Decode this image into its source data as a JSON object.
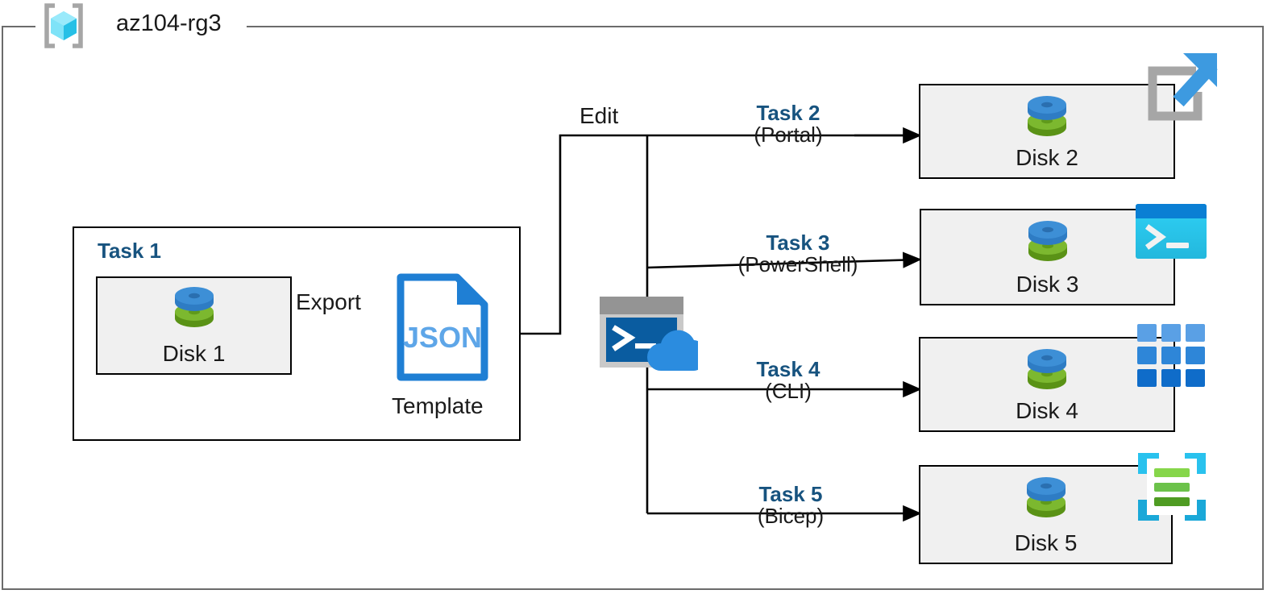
{
  "diagram": {
    "title": "az104-rg3",
    "resource_group_icon": "resource-group-icon",
    "colors": {
      "rg_border": "#6b6b6b",
      "task_label": "#17537f",
      "box_fill": "#f0f0f0",
      "box_border": "#000000",
      "disk_top": "#3c8fd8",
      "disk_bottom": "#74ab2e",
      "json_blue": "#1f7fd4",
      "powershell_cyan": "#27c8f0",
      "powershell_header": "#0a7fd4",
      "cli_blue": "#2e86d8",
      "bicep_cyan": "#29c2ee",
      "bicep_green": "#6cc24a",
      "portal_arrow": "#3d9ae0",
      "portal_frame": "#a6a6a6",
      "cloudshell_cloud": "#2b8cdf",
      "cloudshell_terminal": "#0a5ca0"
    }
  },
  "task1": {
    "label": "Task 1",
    "disk": {
      "name": "Disk 1",
      "icon": "managed-disk-icon"
    },
    "export_label": "Export",
    "template": {
      "file_text": "JSON",
      "caption": "Template",
      "icon": "json-file-icon"
    }
  },
  "edit": {
    "label": "Edit"
  },
  "cloudshell": {
    "icon": "cloud-shell-icon"
  },
  "branches": [
    {
      "task": "Task 2",
      "method": "(Portal)",
      "disk": "Disk 2",
      "disk_icon": "managed-disk-icon",
      "tool_icon": "azure-portal-icon"
    },
    {
      "task": "Task 3",
      "method": "(PowerShell)",
      "disk": "Disk 3",
      "disk_icon": "managed-disk-icon",
      "tool_icon": "powershell-icon"
    },
    {
      "task": "Task 4",
      "method": "(CLI)",
      "disk": "Disk 4",
      "disk_icon": "managed-disk-icon",
      "tool_icon": "azure-cli-icon"
    },
    {
      "task": "Task 5",
      "method": "(Bicep)",
      "disk": "Disk 5",
      "disk_icon": "managed-disk-icon",
      "tool_icon": "bicep-icon"
    }
  ]
}
